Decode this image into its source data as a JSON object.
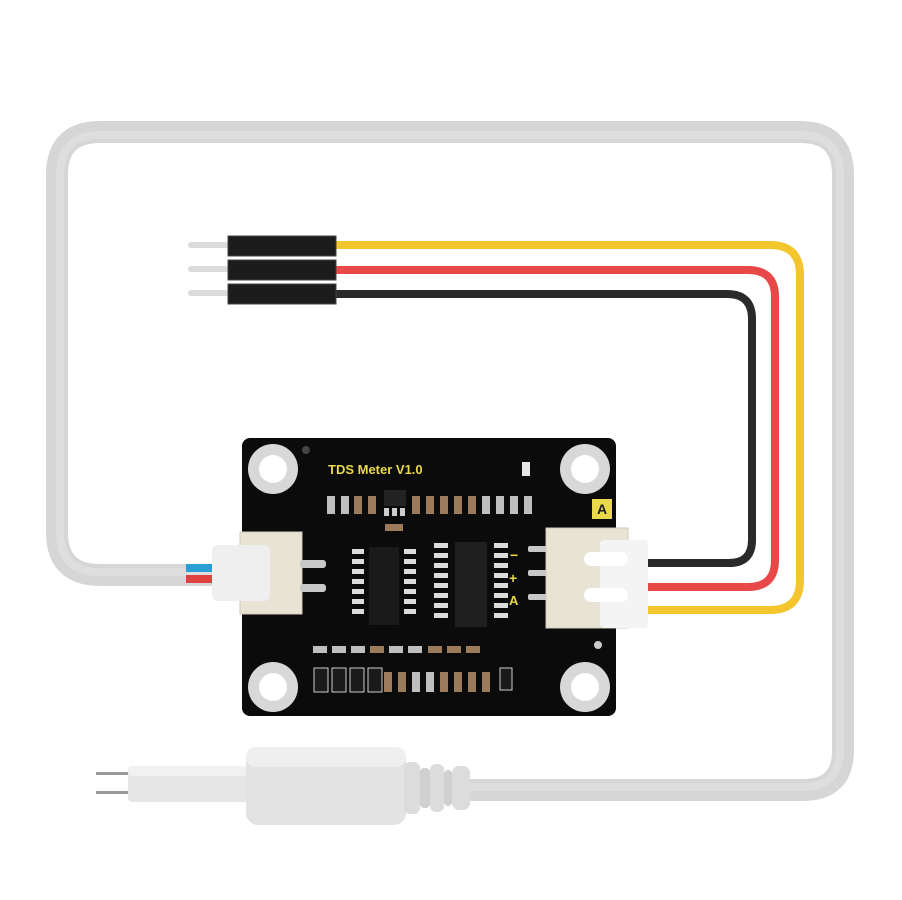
{
  "product": {
    "board_title": "TDS Meter  V1.0",
    "signal_badge": "A",
    "pin_labels": [
      "−",
      "+",
      "A"
    ]
  },
  "colors": {
    "background": "#ffffff",
    "probe_cable": "#d9d9d9",
    "pcb": "#0b0b0b",
    "silkscreen": "#e8d84a",
    "wire_signal": "#f2c62c",
    "wire_vcc": "#e84848",
    "wire_gnd": "#2a2a2a",
    "connector": "#e9e3d6",
    "probe_inner_blue": "#2a9fd6",
    "probe_inner_red": "#e04040"
  },
  "parts": {
    "dupont_header": "3-pin male jumper header",
    "probe": "2-pin TDS probe",
    "left_connector": "2-pin JST (probe)",
    "right_connector": "3-pin JST (signal)"
  }
}
